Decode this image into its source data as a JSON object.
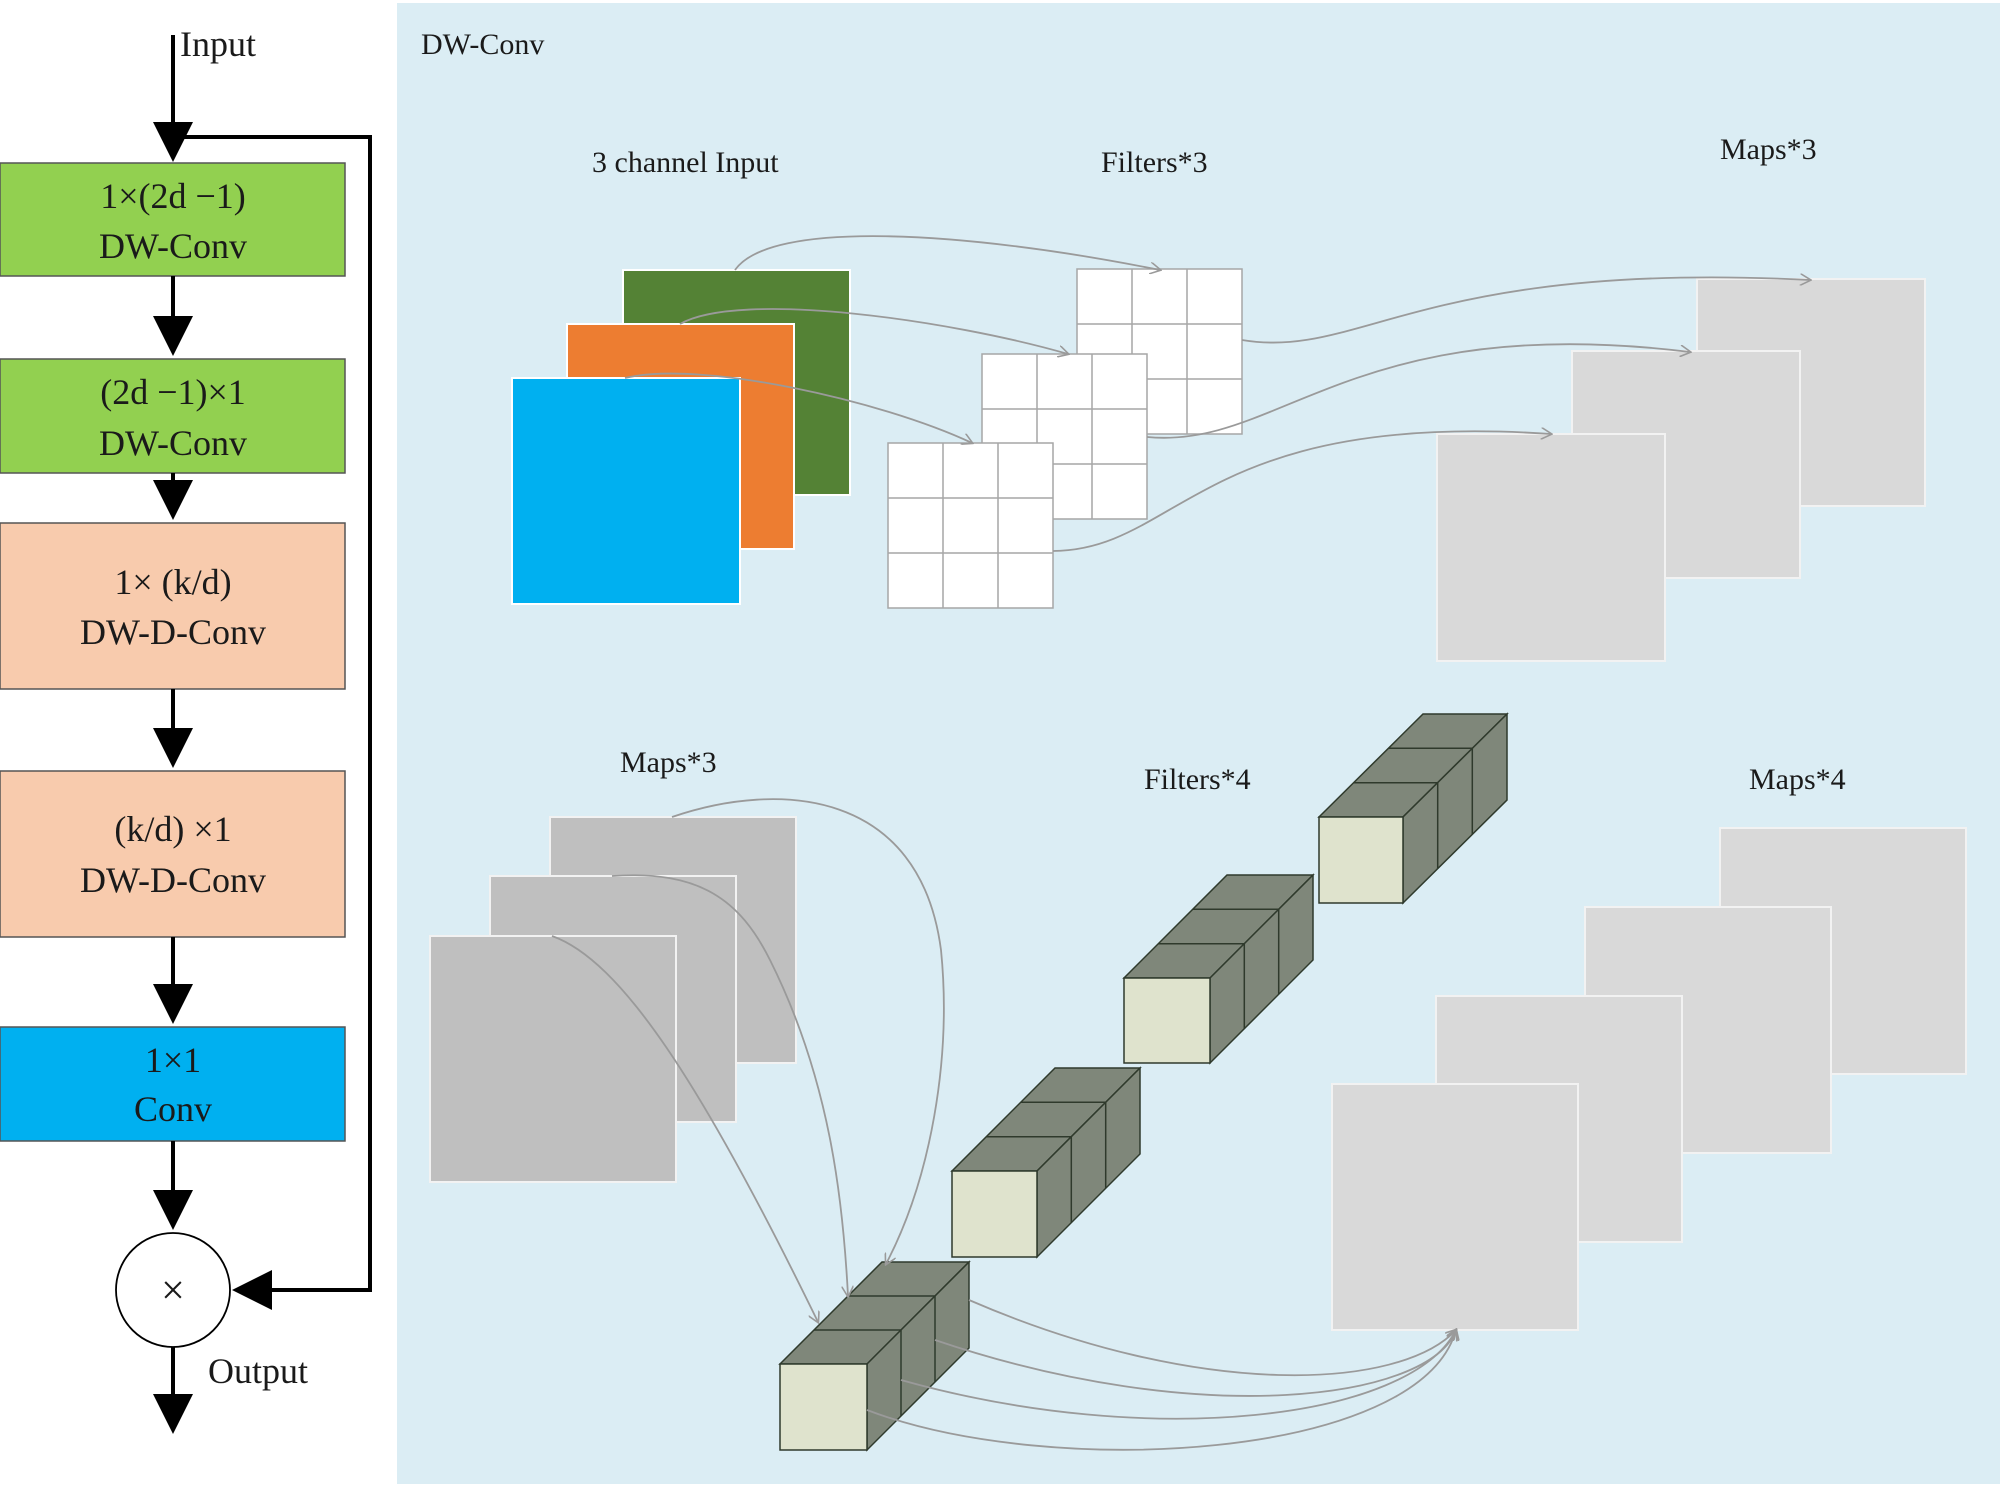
{
  "flow": {
    "input_label": "Input",
    "output_label": "Output",
    "multiply_symbol": "×",
    "blocks": [
      {
        "id": "b1",
        "line1": "1×(2d −1)",
        "line2": "DW-Conv",
        "color": "#92d050"
      },
      {
        "id": "b2",
        "line1": "(2d −1)×1",
        "line2": "DW-Conv",
        "color": "#92d050"
      },
      {
        "id": "b3",
        "line1": "1× (k/d)",
        "line2": "DW-D-Conv",
        "color": "#f8cbad"
      },
      {
        "id": "b4",
        "line1": "(k/d) ×1",
        "line2": "DW-D-Conv",
        "color": "#f8cbad"
      },
      {
        "id": "b5",
        "line1": "1×1",
        "line2": "Conv",
        "color": "#00b0f0"
      }
    ]
  },
  "panel": {
    "title": "DW-Conv",
    "background": "#dbedf4",
    "top_row": {
      "input_label": "3 channel Input",
      "filters_label": "Filters*3",
      "maps_label": "Maps*3",
      "input_colors": [
        "#548235",
        "#ed7d31",
        "#00b0f0"
      ]
    },
    "bottom_row": {
      "maps_label": "Maps*3",
      "filters_label": "Filters*4",
      "maps_out_label": "Maps*4"
    }
  }
}
